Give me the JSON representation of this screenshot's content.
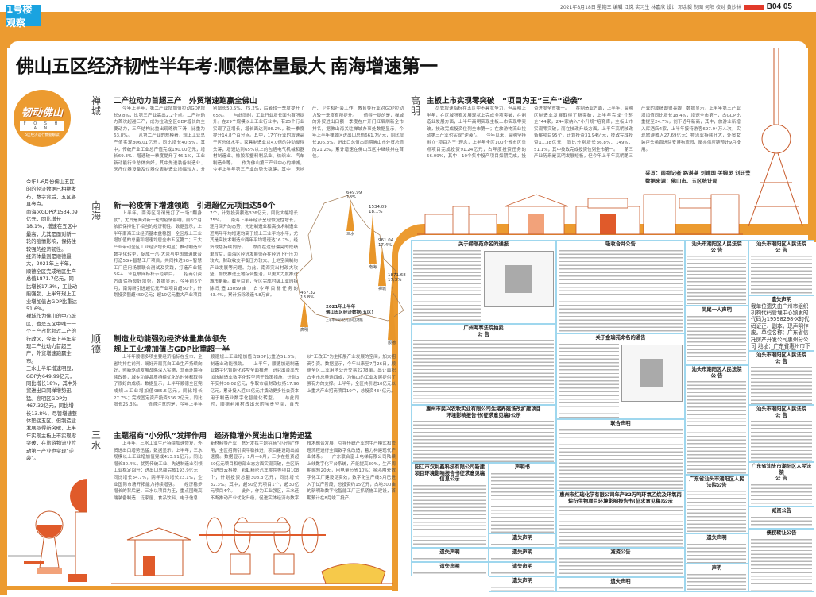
{
  "header": {
    "masthead": "1号楼观察",
    "info": "2021年8月18日 星期三 编辑 江岚 实习生 林嘉欣 设计 邓余毅 制图 何阳 校对 黄妙林",
    "page": "B04 05"
  },
  "title": "佛山五区经济韧性半年考:顺德体量最大 南海增速第一",
  "logo": {
    "name": "韧动佛山",
    "en": "F O S H A N",
    "sub": "5区经济运行数据解读"
  },
  "sidebar": [
    "今年1-6月份佛山五区的的经济数据已相继发布，数字背后，五区各具亮点。",
    "南海区GDP达1534.09亿元，同比增长18.1%，增速在五区中最高，尤其是面对新一轮的疫情影响，保持住较强的经济韧性。",
    "经济体量则是顺德最大，2021年上半年，顺德全区完成地区生产总值1871.7亿元，同比增长17.3%，工业动能强劲，上半年规上工业增加值占GDP比重达51.6%。",
    "禅城作为佛山的中心城区，也是五区中唯一一个三产占比超过二产的行政区，今年上半年实现二产拉动力首超三产，外贸增速跑赢全市。",
    "三水上半年增速明显，GDP为649.99亿元，同比增长18%，其中外贸进出口同样增势迅猛。高明区GDP为467.32亿元，同比增长13.8%，尽管增速整体垫底五区，但制造业发展取得新突破，上半年实现主板上市实现零突破，在旅游物流业拉动第三产业也实现“逆袭”。"
  ],
  "sections": {
    "chancheng": {
      "label": "禅城",
      "headline": "二产拉动力首超三产　外贸增速跑赢全佛山",
      "body": "今年上半年，第二产业增加值拉动GDP增长9.8%，比第三产业高出2.2个点。二产拉动力首次超越三产，成为拉动全区GDP增长的主要动力，三产结构比重出现略微下滑，比重为63.8%。　　从第二产业的规模看，规上工业总产值实现806.01亿元，同比增长40.5%，其中，传统产业工业总产值完成190.00亿元，增长69.3%，增速较一季度提升了46.1%，工业新动能行业总体向好，其中先进装备制造业、医疗仪器设备及仪器仪表制造业增幅较大，分别增长50.5%、75.2%，后者较一季度提升了65%。　　与此同时，工业行业增长面也有所提升。在29个规模以上工业行业中，有25个行业实现了正增长，增长面达到86.2%，较一季度提升14.8个百分点。其中，17个行业的增速高于区总体水平，家具制造业以4.0倍的冲劲拔得头筹，增速达到65%以上的包括电气机械和器材制造业、橡胶和塑料制品业、纺织业、汽车制造业等。　　作为佛山第三产业中心的禅城，今年上半年第三产业的势头稳健。其中，房地产、卫生和社会工作、教育等行业对GDP拉动力较一季度有所提升。　　值得一提的是，禅城的外贸进出口额一季度在广开门红后刷新全市排名，据佛山海关驻禅城办事处数据显示，今年上半年禅城区进出口总值661.7亿元，同比增长106.3%，进出口总值占同期佛山市外贸总值的21.2%，累计增速在佛山五区中继续排在首位。"
    },
    "nanhai": {
      "label": "南海",
      "headline": "新一轮疫情下增速领跑　引进超亿元项目达50个",
      "body": "上半年，南海区可谓是打了一场“翻身仗”，尤其是面对新一轮的疫情影响，前6个月依旧保持住了相当的经济韧性。数据显示，上半年南海工业经济基本盘稳固，全区规上工业增加值的总量和增速均居全市五区第二；三大产业带动全区工业经济增长明显；推动制造业数字化转型，促成一汽-大众与中国联通联合打造5G+智慧工厂项目，共同推进5G+智慧工厂应用场景联合测试及实践，打造产业链5G+工业互联网标杆示范项目。　　招商引资方面保持良好增势。数据显示，今年前6个月，南海新引进超亿元产业项目超50个，计划投资额超450亿元；超10亿元重大产业项目7个，计划投资额达326亿元，同比大幅增长75%。　　南海上半年经济呈现恢复性增长，逐月回升的态势，先进制造业和高技术制造业近两年平均增速均高于规上工业平均水平，尤其是高技术制造业两年平均增速达16.7%，经济成色持续向好。　　然而在这份漂亮的成绩单背后，南海区经济发展仍存在经济下行压力较大、财政收支平衡压力较大、土地空间制约产业发展等问题。为此，南海突出村改大攻坚，加快推进土地综合整治，以更大力度推进城市更新。截至目前，全区完成村级工业园拆除改造13059亩，占今年目标任务的43.4%，累计拆除改造4.8万亩。"
    },
    "shunde": {
      "label": "顺德",
      "headline1": "制造业动能强劲经济体量集体领先",
      "headline2": "规上工业增加值占GDP比重超一半",
      "body": "上半年顺德多项主要经济指标在全市、全省均排在前列，既好开局亮白工业生产持续向好，创新驱动发展战略深入实施，营商环境持续改善，城乡功能品质持续优化的时候都取得了很好的成绩。数据显示，上半年顺德全区完成规上工业增加值985.6亿元，同比增长27.7%；完成固定资产投资636.2亿元，同比增长25.3%。　　值得注意的是，今年上半年顺德规上工业增加值占GDP比重达51.6%，制造业动能强劲。　　上半年，顺德加速制造业数字化智能化转型全面推进，研究出台率先加快制造业数字化转型若干政策措施，计划3年安排36.02亿元，争取市级财政扶持17.96亿元，累计投入近55亿元并撬动更多社会资本用于制造业数字化智能化转型。　　与此同时，顺德利用村改出来的宝贵空间，首先以“工改工”为主拓展产业发展的空间，加大招商引资。数据显示，今年以来至7月26日，顺德全区工业用地公开交易2278亩，出让面积占全市总量逾四成，为佛山的工业发展提供了强有力的支撑。上半年，全区共引进10亿元以上重大产业招商项目10个，总投资434亿元。"
    },
    "sanshui": {
      "label": "三水",
      "headline": "主题招商“小分队”发挥作用　经济稳增外贸进出口增势迅猛",
      "body": "上半年，三水工业生产持续加速恢复，外贸进出口增势迅猛，数据显示，上半年，三水规模以上工业增加值完成413.91亿元，同比增长30.4%，优势传统工业、先进制造业引领工业稳定回升；进出口总额完成193.9亿元，同比增长34.7%，两年平均增长23.1%，企业国际市场开拓能力持续增强。　　经济稳步增长的背后是，三水以项目为王，重点围绕高端装备制造、泛家居、食品饮料、电子信息、新材料等产业，充分发挥主题招商“小分队”作用，全区招商引资平稳推进，项目建设跑出加速度。数据显示，1月—6月，三水在投资超50亿元项目和总部业态方面实现突破，全区新引进白云科技、彩虹精密汽车零件等项目108个，计划投资总额308.3亿元，同比增长32.3%。其中，超50亿元项目1个，超30亿元项目4个。　　此外，作为工业强区，三水还不断推动产业优化升级，促进实体经济与数字技术融合发展，引导传统产业的生产模式和管理流程进行全面数字化改造，着力构建现代产业体系。　　广东联合富士电梯有限公司陆续上线数字化平台系统，产能提高30%，生产周期缩短20天，用电量节省10%；金鸿陶瓷数字化工厂建设见实效，数字化生产线5月已进入了试产阶段；总投资约15亿元，占地300亩的新明珠数字化智能工厂正抓紧施工建设，首期预计在8月竣工投产。"
    },
    "gaoming": {
      "label": "高明",
      "headline": "主板上市实现零突破　“项目为王”三产“逆袭”",
      "body": "尽管增速指标在五区中不具竞争力，但高明上半年，在区域所有发展现状上完成多项突破，在制造业发展方面，上半年高明实现主板上市实现零突破，技改完成投资位列全市第一；在旅游物流业拉动第三产业也实现“逆袭”。　　今年以来，高明坚持树立“项目为王”理念，上半年全区100个省市区重点项目完成投资91.24亿元，占年度投资任务的56.09%，其中，10个集中投产项目如期完成，投资进度全市第一。　　在制造业方面，上半年，高明区制造业发展取得了新突破，上半年完成“个转企”44家，244家纳入“小升规”培育库，主板上市实现零突破，而在技改升级方面，上半年高明技改备案项目95个，计划投资31.94亿元，技改完成投资11.38亿元，同比分别增长36.8%、149%、51.1%，其中技改完成投资位列全市第一。　　第三产业历来是高明发展短板，但今年上半年高明第三产业的成绩却很亮眼，数据显示，上半年第三产业增加值同比增长18.4%，增速全市第一，占GDP比重提至24.7%，创下近年新高，其中，旅游业新增入库酒店4家，上半年接待游客697.94万人次，实现旅游收入27.69亿元；物流业持续壮大，外贸女装巨头希音进驻安博物流园，屋亦供应链预计9月投用。",
      "credit1": "采写：南都记者 路湛湛 刘建国 关婉灵 刘玨莹",
      "credit2": "数据来源：佛山市、五区统计局"
    }
  },
  "map": {
    "title1": "2021年上半年",
    "title2": "佛山五区经济数据(五区)",
    "subtitle": "上半年GDP(亿元)/同比增幅",
    "districts": [
      {
        "name": "三水",
        "gdp": "649.99",
        "growth": "18%",
        "value": 649.99
      },
      {
        "name": "南海",
        "gdp": "1534.09",
        "growth": "18.1%",
        "value": 1534.09
      },
      {
        "name": "禅城",
        "gdp": "961.04",
        "growth": "17.4%",
        "value": 961.04
      },
      {
        "name": "顺德",
        "gdp": "1871.68",
        "growth": "17.3%",
        "value": 1871.68
      },
      {
        "name": "高明",
        "gdp": "467.32",
        "growth": "13.8%",
        "value": 467.32
      }
    ],
    "accent": "#e8962a"
  },
  "ads": [
    {
      "title": "关于缔璟苑命名的通报"
    },
    {
      "title": "广州海事法院拍卖",
      "title2": "公 告"
    },
    {
      "title": "惠州市民兴农牧实业有限公司生猪养殖场改扩建项目",
      "title2": "环境影响报告书(征求意见稿)公示"
    },
    {
      "title": "阳江市汉利鑫科技有限公司新建项目环境影响报告书征求意见稿信息公示"
    },
    {
      "title": "声明书"
    },
    {
      "title": "遗失声明"
    },
    {
      "title": "遗失声明"
    },
    {
      "title": "遗失声明"
    },
    {
      "title": "遗失声明"
    },
    {
      "title": "遗失声明"
    },
    {
      "title": "遗失声明"
    },
    {
      "title": "吸收合并公告"
    },
    {
      "title": "关于金瑜苑命名的通告"
    },
    {
      "title": "联合声明"
    },
    {
      "title": "惠州市红瑞化学有限公司年产32万吨环氧乙烷及环氧丙烷衍生物项目环境影响报告书(征求意见稿)公示"
    },
    {
      "title": "减资公告"
    },
    {
      "title": "遗失声明"
    },
    {
      "title": "汕头市潮阳区人民法院",
      "title2": "公 告"
    },
    {
      "title": "同尾一人声明"
    },
    {
      "title": "汕头市潮阳区人民法院",
      "title2": "公 告"
    },
    {
      "title": "广东省汕头市潮阳区人民法院公告"
    },
    {
      "title": "遗失声明"
    },
    {
      "title": "声明"
    },
    {
      "title": "汕头市潮阳区人民法院",
      "title2": "公 告"
    },
    {
      "title": "遗失声明",
      "body": "我单位遗失由广州市组织机构代码管理中心颁发的代码为19598298-X的代码证正、副本，现声明作废。单位名称：广东省信托房产开发公司惠州分公司 地址：广东省惠州市下埔大道5号星原大厦3楼4-5单元"
    },
    {
      "title": "汕头市潮阳区人民法院",
      "title2": "公 告"
    },
    {
      "title": "汕头市潮阳区人民法院",
      "title2": "公 告"
    },
    {
      "title": "广东省汕头市潮阳区人民法院",
      "title2": "公 告"
    },
    {
      "title": "减资公告"
    },
    {
      "title": "债权转让公告"
    }
  ]
}
